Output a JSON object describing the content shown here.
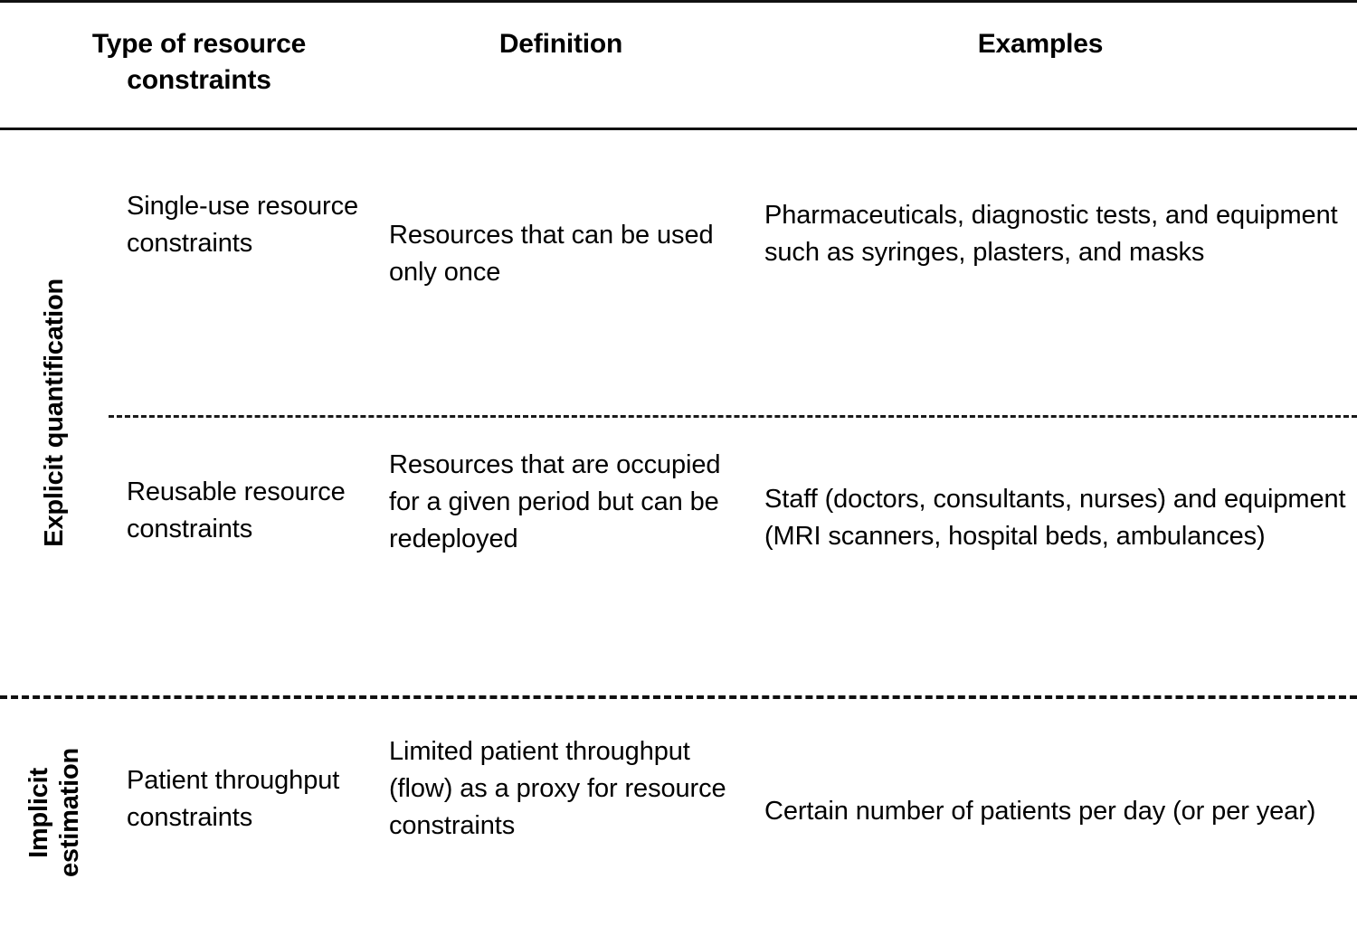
{
  "table": {
    "headers": {
      "type": "Type of resource constraints",
      "definition": "Definition",
      "examples": "Examples"
    },
    "groups": [
      {
        "label": "Explicit quantification",
        "label_lines": [
          "Explicit quantification"
        ]
      },
      {
        "label": "Implicit estimation",
        "label_lines": [
          "Implicit",
          "estimation"
        ]
      }
    ],
    "rows": [
      {
        "group": "Explicit quantification",
        "type": "Single-use resource constraints",
        "definition": "Resources that can be used only once",
        "examples": "Pharmaceuticals, diagnostic tests, and equipment such as syringes, plasters, and masks"
      },
      {
        "group": "Explicit quantification",
        "type": "Reusable resource constraints",
        "definition": "Resources that are occupied for a given period but can be redeployed",
        "examples": "Staff (doctors, consultants, nurses) and equipment (MRI scanners, hospital beds, ambulances)"
      },
      {
        "group": "Implicit estimation",
        "type": "Patient throughput constraints",
        "definition": "Limited patient throughput (flow) as a proxy for resource constraints",
        "examples": "Certain number of patients per day (or per year)"
      }
    ]
  },
  "colors": {
    "text": "#000000",
    "rule": "#111111",
    "background": "#ffffff"
  }
}
